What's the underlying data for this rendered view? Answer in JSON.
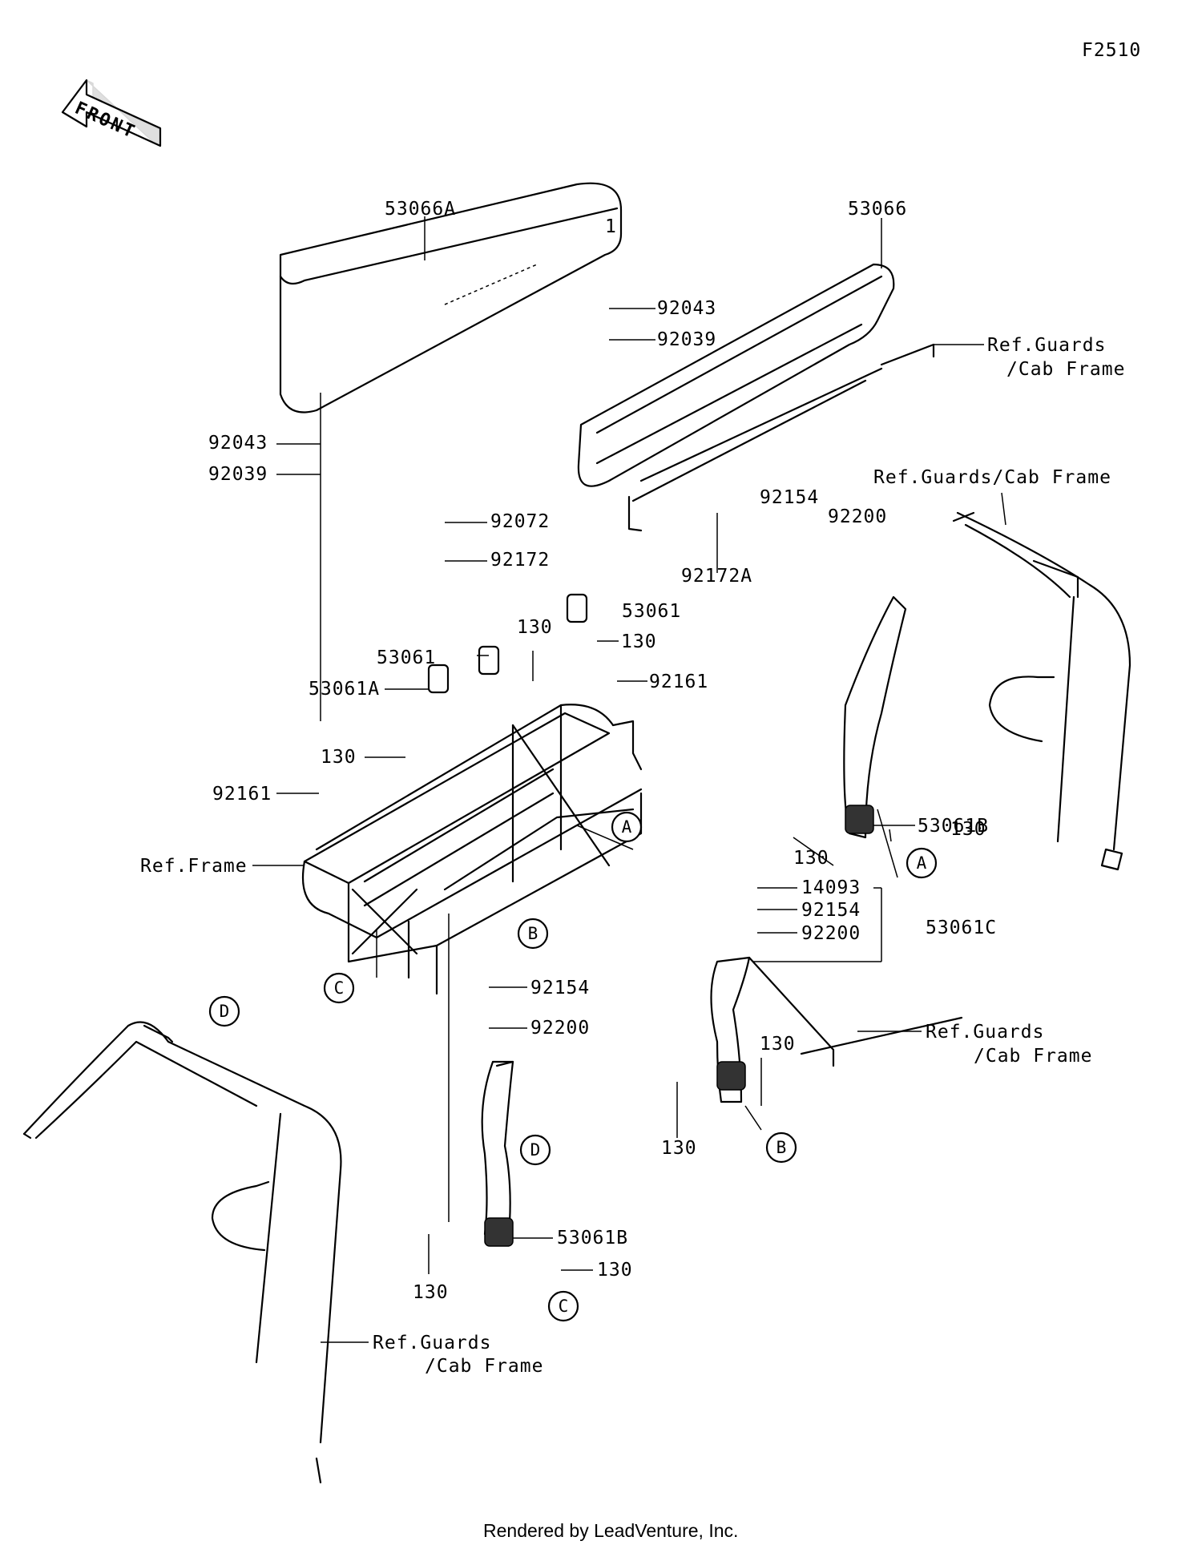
{
  "diagram_code": "F2510",
  "front_label": "FRONT",
  "footer": "Rendered by LeadVenture, Inc.",
  "labels": {
    "p53066A": "53066A",
    "p53066": "53066",
    "p92043_r": "92043",
    "p92039_r": "92039",
    "p92043_l": "92043",
    "p92039_l": "92039",
    "ref_guards_1a": "Ref.Guards",
    "ref_guards_1b": "/Cab Frame",
    "ref_guards_2": "Ref.Guards/Cab Frame",
    "p92072": "92072",
    "p92172": "92172",
    "p92172A": "92172A",
    "p92154_top": "92154",
    "p92200_top": "92200",
    "p53061_a": "53061",
    "p130_a": "130",
    "p130_b": "130",
    "p53061_b": "53061",
    "p92161_r": "92161",
    "p53061A": "53061A",
    "p130_c": "130",
    "p92161_l": "92161",
    "ref_frame": "Ref.Frame",
    "p53061B_r": "53061B",
    "p130_d": "130",
    "p130_e": "130",
    "p14093": "14093",
    "p92154_mid": "92154",
    "p92200_mid": "92200",
    "p53061C": "53061C",
    "p92154_low": "92154",
    "p92200_low": "92200",
    "ref_guards_3a": "Ref.Guards",
    "ref_guards_3b": "/Cab Frame",
    "p130_f": "130",
    "p130_g": "130",
    "p53061B_l": "53061B",
    "p130_h": "130",
    "p130_i": "130",
    "ref_guards_4a": "Ref.Guards",
    "ref_guards_4b": "/Cab Frame",
    "p1": "1"
  },
  "callouts": {
    "A1": "A",
    "A2": "A",
    "B1": "B",
    "B2": "B",
    "C1": "C",
    "C2": "C",
    "D1": "D",
    "D2": "D"
  }
}
